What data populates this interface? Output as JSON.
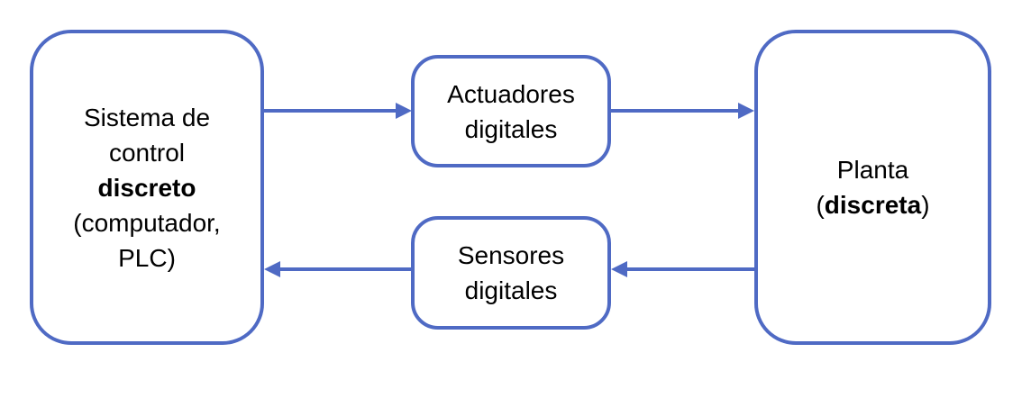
{
  "diagram": {
    "type": "block-diagram",
    "accent_color": "#4f6ac4",
    "text_color": "#000000",
    "background_color": "#ffffff",
    "nodes": {
      "control": {
        "line1": "Sistema de",
        "line2": "control",
        "line3": "discreto",
        "line4": "(computador,",
        "line5": "PLC)"
      },
      "actuators": {
        "line1": "Actuadores",
        "line2": "digitales"
      },
      "sensors": {
        "line1": "Sensores",
        "line2": "digitales"
      },
      "plant": {
        "line1": "Planta",
        "line2_open": "(",
        "line2_word": "discreta",
        "line2_close": ")"
      }
    },
    "edges": [
      {
        "from": "control",
        "to": "actuators",
        "direction": "right"
      },
      {
        "from": "actuators",
        "to": "plant",
        "direction": "right"
      },
      {
        "from": "plant",
        "to": "sensors",
        "direction": "left"
      },
      {
        "from": "sensors",
        "to": "control",
        "direction": "left"
      }
    ]
  }
}
